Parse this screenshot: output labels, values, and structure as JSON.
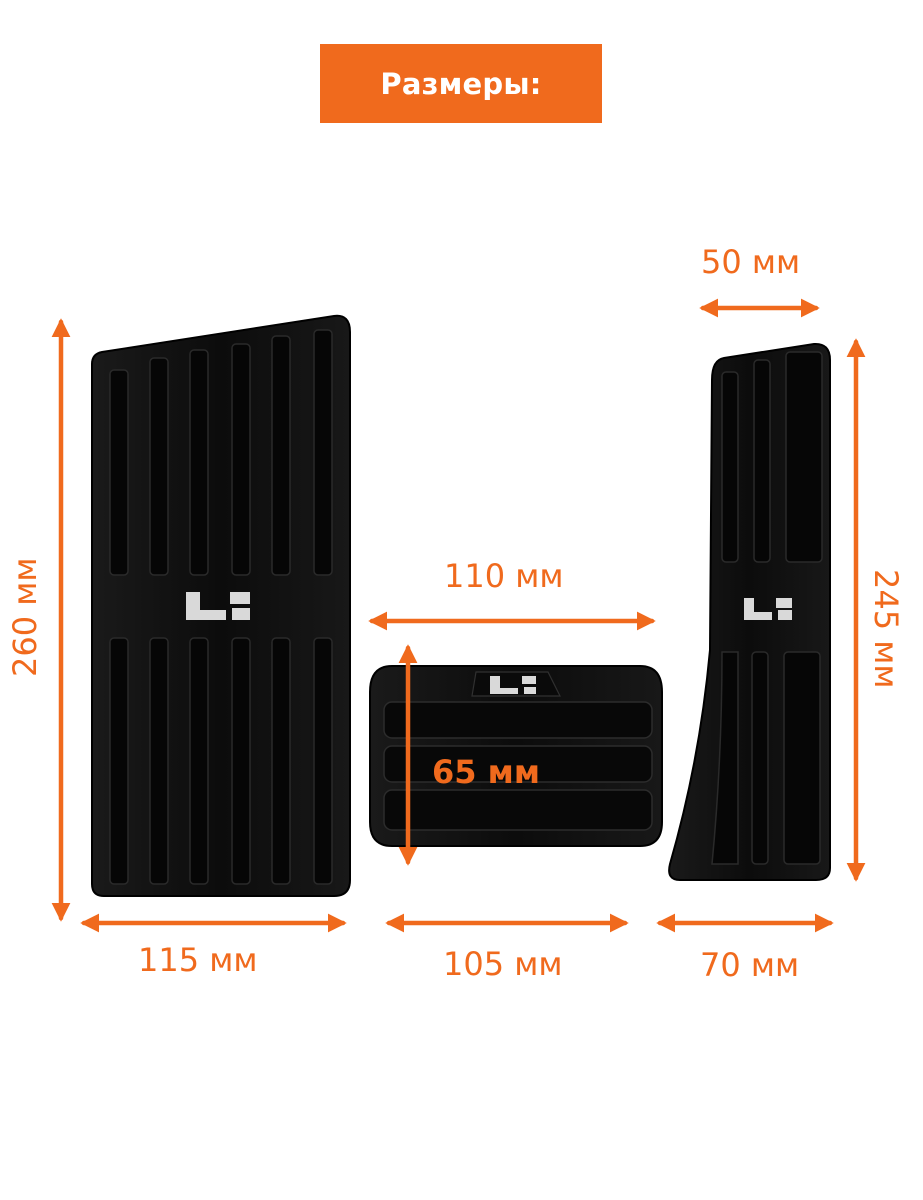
{
  "header": {
    "title": "Размеры:"
  },
  "colors": {
    "accent": "#f06a1d",
    "pedal": "#111111",
    "logo": "#d9d9d9"
  },
  "dimensions": {
    "big_pedal_height": "260 мм",
    "big_pedal_width": "115 мм",
    "brake_pedal_width": "105 мм",
    "brake_pedal_top_width": "110 мм",
    "brake_pedal_height": "65 мм",
    "gas_pedal_top_width": "50 мм",
    "gas_pedal_width": "70 мм",
    "gas_pedal_height": "245 мм"
  }
}
